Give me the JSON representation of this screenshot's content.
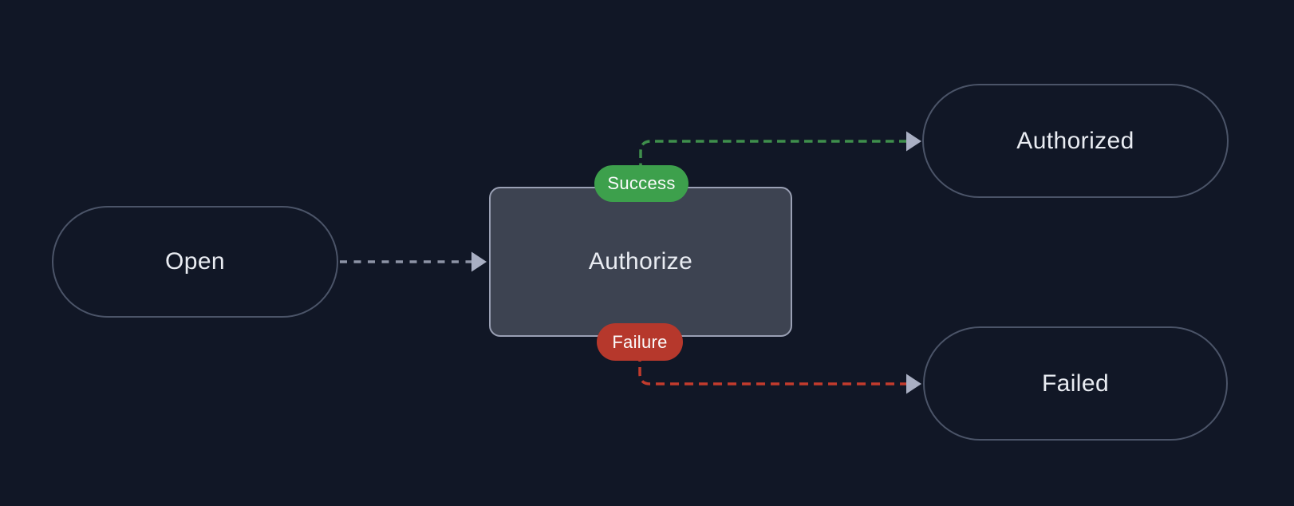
{
  "colors": {
    "background": "#111726",
    "node_text": "#e9ecf2",
    "stadium_border": "#4b5468",
    "rect_fill": "#3d4351",
    "rect_border": "#9aa0b4",
    "success_fill": "#3da04c",
    "failure_fill": "#b6382c",
    "success_edge": "#3f8f4c",
    "failure_edge": "#c23b2d",
    "neutral_edge": "#8d94a6",
    "arrowhead": "#a9afc3",
    "label_text": "#fbfbfc"
  },
  "diagram": {
    "type": "state-flow",
    "nodes": [
      {
        "id": "open",
        "label": "Open",
        "shape": "stadium"
      },
      {
        "id": "authorize",
        "label": "Authorize",
        "shape": "rectangle"
      },
      {
        "id": "authorized",
        "label": "Authorized",
        "shape": "stadium"
      },
      {
        "id": "failed",
        "label": "Failed",
        "shape": "stadium"
      }
    ],
    "edges": [
      {
        "from": "open",
        "to": "authorize",
        "label": "",
        "style": "dashed",
        "color": "neutral"
      },
      {
        "from": "authorize",
        "to": "authorized",
        "label": "Success",
        "style": "dashed",
        "color": "success"
      },
      {
        "from": "authorize",
        "to": "failed",
        "label": "Failure",
        "style": "dashed",
        "color": "failure"
      }
    ]
  }
}
